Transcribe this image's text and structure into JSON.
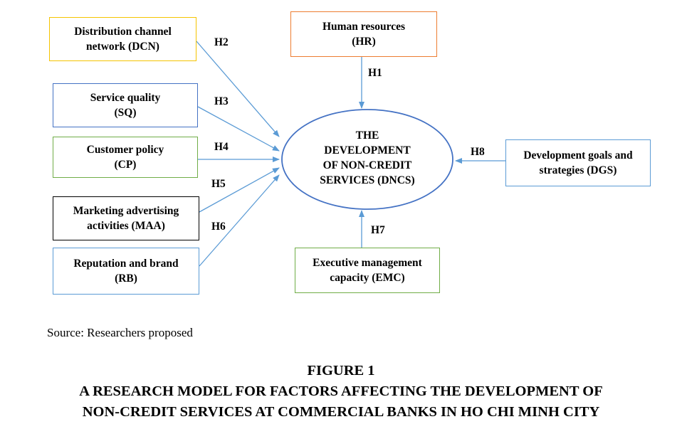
{
  "factors": {
    "dcn": {
      "line1": "Distribution channel",
      "line2": "network (DCN)",
      "color": "#f5c400"
    },
    "sq": {
      "line1": "Service quality",
      "line2": "(SQ)",
      "color": "#4472c4"
    },
    "cp": {
      "line1": "Customer policy",
      "line2": "(CP)",
      "color": "#70ad47"
    },
    "maa": {
      "line1": "Marketing advertising",
      "line2": "activities (MAA)",
      "color": "#000000"
    },
    "rb": {
      "line1": "Reputation and brand",
      "line2": "(RB)",
      "color": "#5b9bd5"
    },
    "hr": {
      "line1": "Human resources",
      "line2": "(HR)",
      "color": "#ed7d31"
    },
    "emc": {
      "line1": "Executive management",
      "line2": "capacity (EMC)",
      "color": "#70ad47"
    },
    "dgs": {
      "line1": "Development goals and",
      "line2": "strategies (DGS)",
      "color": "#5b9bd5"
    }
  },
  "center": {
    "line1": "THE",
    "line2": "DEVELOPMENT",
    "line3": "OF NON-CREDIT",
    "line4": "SERVICES (DNCS)",
    "color": "#4472c4"
  },
  "hypotheses": {
    "h1": "H1",
    "h2": "H2",
    "h3": "H3",
    "h4": "H4",
    "h5": "H5",
    "h6": "H6",
    "h7": "H7",
    "h8": "H8"
  },
  "arrow_color": "#5b9bd5",
  "source": "Source: Researchers proposed",
  "figure": {
    "number": "FIGURE 1",
    "title_line1": "A RESEARCH MODEL FOR FACTORS AFFECTING THE DEVELOPMENT OF",
    "title_line2": "NON-CREDIT SERVICES AT COMMERCIAL BANKS IN HO CHI MINH CITY"
  }
}
